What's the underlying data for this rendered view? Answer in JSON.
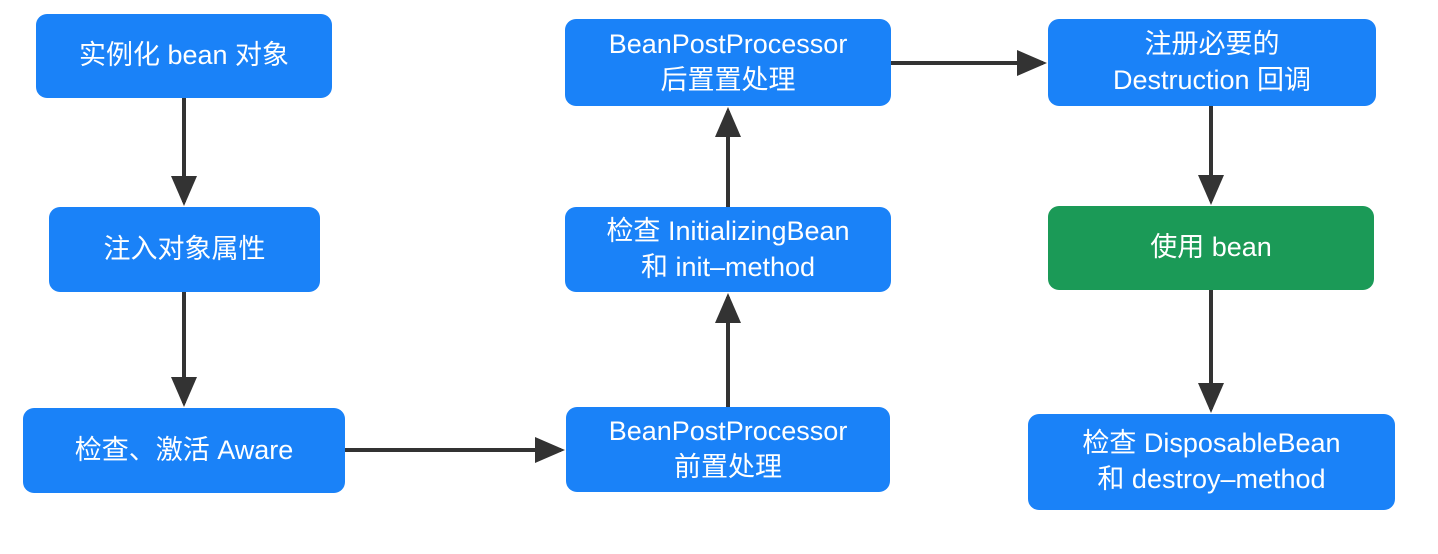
{
  "colors": {
    "blue": "#1A82F8",
    "green": "#1B9A57",
    "arrow": "#333333",
    "text": "#FFFFFF",
    "background": "#FFFFFF"
  },
  "nodes": {
    "n1": {
      "label": "实例化 bean 对象",
      "color": "blue"
    },
    "n2": {
      "label": "注入对象属性",
      "color": "blue"
    },
    "n3": {
      "label": "检查、激活 Aware",
      "color": "blue"
    },
    "n4": {
      "label": "BeanPostProcessor\n后置置处理",
      "color": "blue"
    },
    "n5": {
      "label": "检查 InitializingBean\n和 init–method",
      "color": "blue"
    },
    "n6": {
      "label": "BeanPostProcessor\n前置处理",
      "color": "blue"
    },
    "n7": {
      "label": "注册必要的\nDestruction 回调",
      "color": "blue"
    },
    "n8": {
      "label": "使用 bean",
      "color": "green"
    },
    "n9": {
      "label": "检查 DisposableBean\n和 destroy–method",
      "color": "blue"
    }
  },
  "edges": [
    {
      "from": "n1",
      "to": "n2",
      "direction": "down"
    },
    {
      "from": "n2",
      "to": "n3",
      "direction": "down"
    },
    {
      "from": "n3",
      "to": "n6",
      "direction": "right"
    },
    {
      "from": "n6",
      "to": "n5",
      "direction": "up"
    },
    {
      "from": "n5",
      "to": "n4",
      "direction": "up"
    },
    {
      "from": "n4",
      "to": "n7",
      "direction": "right"
    },
    {
      "from": "n7",
      "to": "n8",
      "direction": "down"
    },
    {
      "from": "n8",
      "to": "n9",
      "direction": "down"
    }
  ]
}
